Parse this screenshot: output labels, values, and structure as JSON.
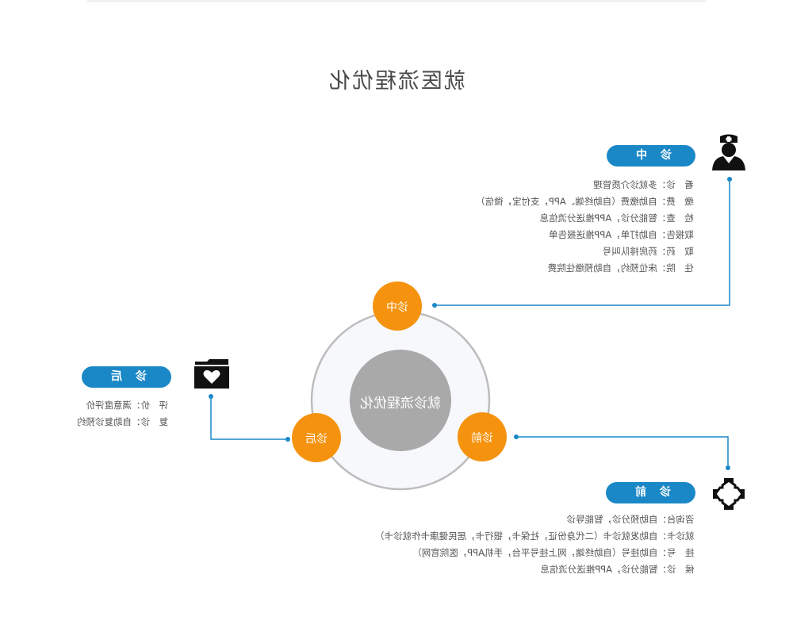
{
  "title": "就医流程优化",
  "center": "就诊流程优化",
  "nodes": {
    "during": "诊中",
    "before": "诊前",
    "after": "诊后"
  },
  "sections": {
    "during": {
      "header": "诊 中",
      "items": [
        "看　诊：多就诊介质管理",
        "缴　费：自助缴费（自助终端、APP，支付宝，微信）",
        "检　查：智能分诊，APP推送分流信息",
        "取报告：自助打单，APP推送报告单",
        "取　药：药房排队叫号",
        "住　院：床位预约，自助预缴住院费"
      ]
    },
    "before": {
      "header": "诊 前",
      "items": [
        "咨询台：自助预分诊，智能导诊",
        "就诊卡：自助发就诊卡（二代身份证，社保卡，银行卡，居民健康卡作就诊卡）",
        "挂　号：自助挂号（自助终端，网上挂号平台，手机APP，医院官网）",
        "候　诊：智能分诊，APP推送分流信息"
      ]
    },
    "after": {
      "header": "诊 后",
      "items": [
        "评　价：满意度评价",
        "复　诊：自助复诊预约"
      ]
    }
  },
  "icons": {
    "during": "nurse-icon",
    "before": "medical-cross-icon",
    "after": "heart-folder-icon"
  },
  "colors": {
    "accent_blue": "#1a88c7",
    "node_orange": "#f5930f",
    "center_gray": "#a9a9a9",
    "ring_gray": "#bdbdbd",
    "line_blue": "#1a88c7"
  }
}
